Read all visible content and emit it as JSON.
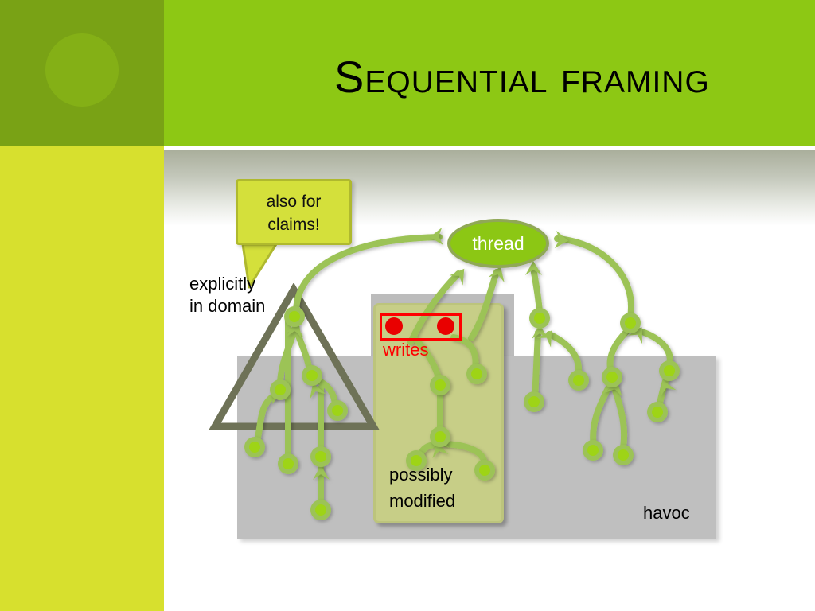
{
  "slide": {
    "title": "Sequential framing",
    "theme": {
      "header_green": "#8DC814",
      "header_dark_green": "#79A215",
      "side_band_yellow": "#D7E02E",
      "node_green": "#8CC714",
      "node_ring": "#90A856",
      "panel_olive": "#C7CE87",
      "panel_gray": "#BFBFBF",
      "bubble_yellow": "#D4E03B",
      "red_accent": "#FF0000",
      "triangle_outline": "#6E7257"
    }
  },
  "diagram": {
    "thread_label": "thread",
    "bubble_text": "also for\nclaims!",
    "explicitly_label": "explicitly\nin domain",
    "writes_label": "writes",
    "possibly_label": "possibly\nmodified",
    "havoc_label": "havoc"
  }
}
